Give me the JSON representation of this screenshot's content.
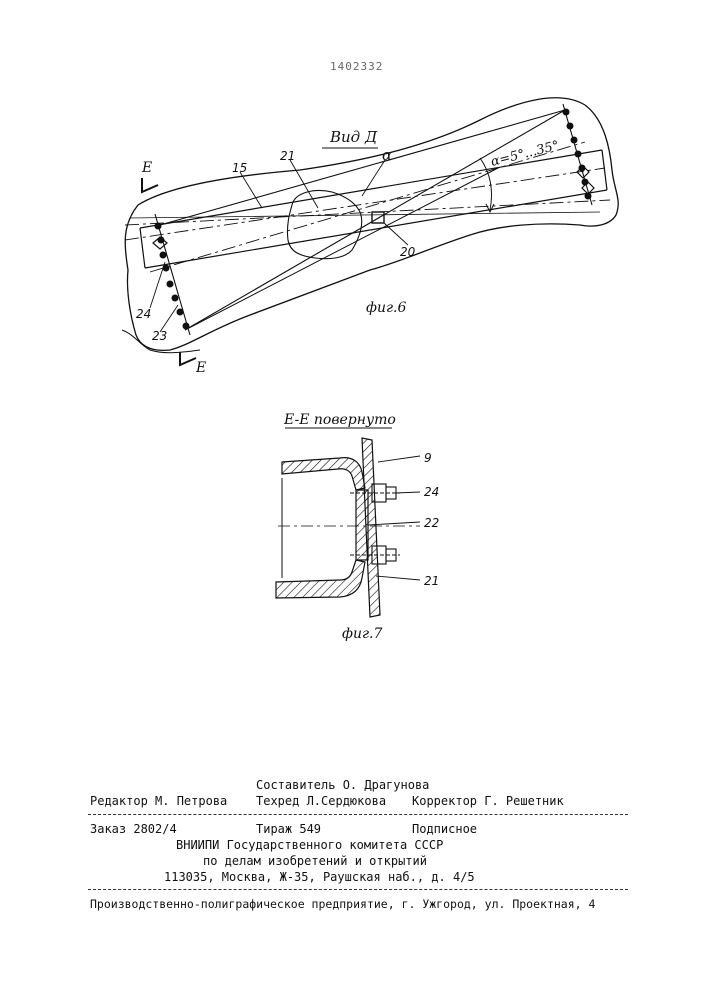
{
  "patent_number": "1402332",
  "figure6": {
    "view_label": "Вид Д",
    "section_mark": "E",
    "caption": "фиг.6",
    "angle_symbol": "α",
    "angle_range": "α=5°...35°",
    "refs": {
      "r15": "15",
      "r21": "21",
      "r20": "20",
      "r24": "24",
      "r23": "23"
    }
  },
  "figure7": {
    "section_label": "E-E повернуто",
    "caption": "фиг.7",
    "refs": {
      "r9": "9",
      "r24": "24",
      "r22": "22",
      "r21": "21"
    }
  },
  "imprint": {
    "compiler": "Составитель О. Драгунова",
    "editor": "Редактор М. Петрова",
    "techred": "Техред Л.Сердюкова",
    "corrector": "Корректор Г. Решетник",
    "order": "Заказ 2802/4",
    "circulation": "Тираж 549",
    "subscription": "Подписное",
    "org_line1": "ВНИИПИ Государственного комитета СССР",
    "org_line2": "по делам изобретений и открытий",
    "address": "113035, Москва, Ж-35, Раушская наб., д. 4/5",
    "printer": "Производственно-полиграфическое предприятие, г. Ужгород, ул. Проектная, 4"
  }
}
